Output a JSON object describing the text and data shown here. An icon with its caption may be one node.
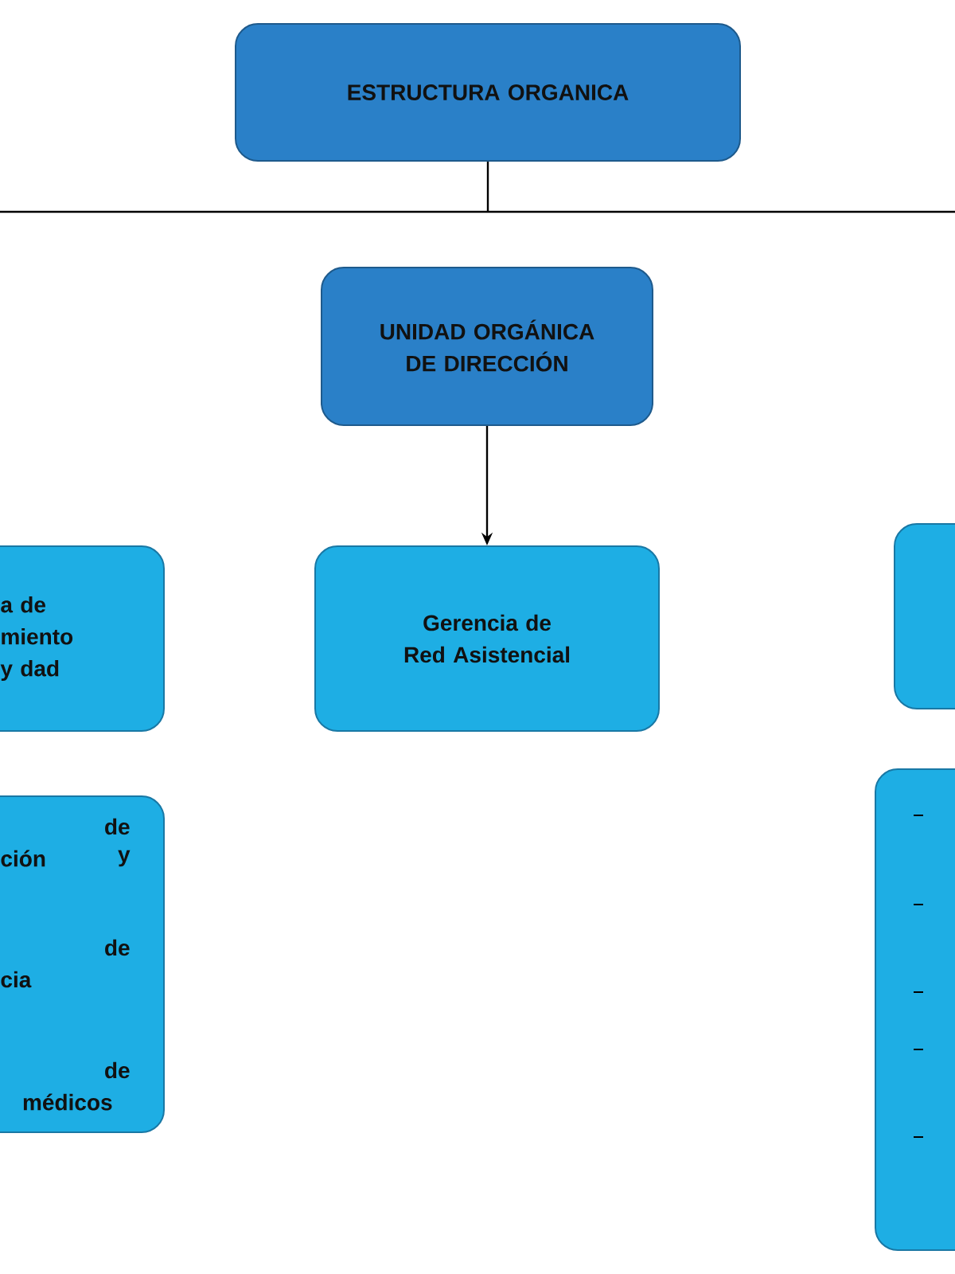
{
  "diagram": {
    "nodes": [
      {
        "text": [
          "ESTRUCTURA ORGANICA"
        ]
      },
      {
        "text": [
          "UNIDAD ORGÁNICA DE DIRECCIÓN"
        ]
      },
      {
        "text": [
          "a de miento y dad"
        ]
      },
      {
        "text": [
          "Gerencia de Red Asistencial"
        ]
      },
      {
        "text": [],
        "shape": "box"
      },
      {
        "text": [
          "de",
          "ción",
          "y",
          "de",
          "cia",
          "de",
          "médicos"
        ]
      },
      {
        "text": [],
        "shape": "box"
      }
    ],
    "edges": [
      {
        "from": 0,
        "to": null,
        "arrow": "none"
      },
      {
        "from": 1,
        "to": 3,
        "arrow": "to"
      }
    ]
  }
}
